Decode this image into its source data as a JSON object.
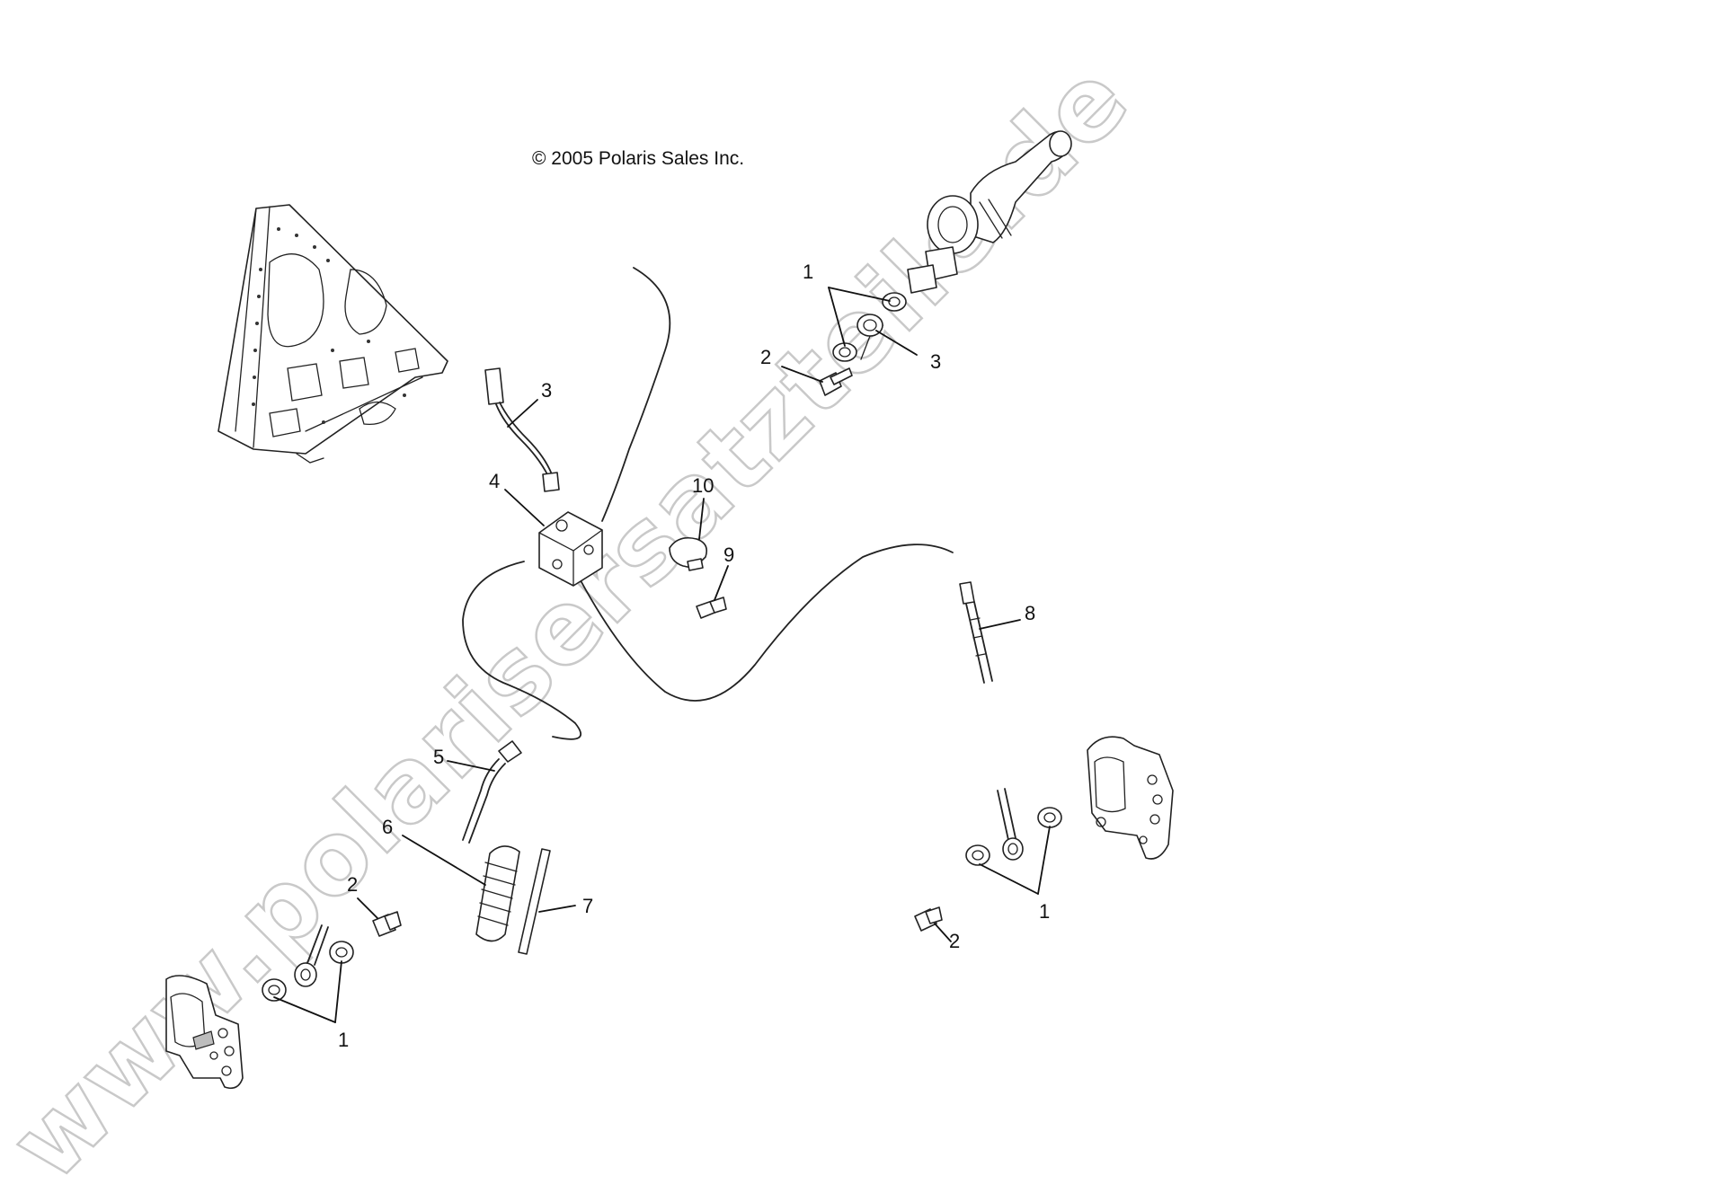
{
  "copyright": "© 2005 Polaris Sales Inc.",
  "watermark": "www.polarisersatzteile.de",
  "callouts": [
    {
      "id": "c1a",
      "label": "1"
    },
    {
      "id": "c3a",
      "label": "3"
    },
    {
      "id": "c2a",
      "label": "2"
    },
    {
      "id": "c3b",
      "label": "3"
    },
    {
      "id": "c4",
      "label": "4"
    },
    {
      "id": "c10",
      "label": "10"
    },
    {
      "id": "c9",
      "label": "9"
    },
    {
      "id": "c8",
      "label": "8"
    },
    {
      "id": "c5",
      "label": "5"
    },
    {
      "id": "c6",
      "label": "6"
    },
    {
      "id": "c2b",
      "label": "2"
    },
    {
      "id": "c7",
      "label": "7"
    },
    {
      "id": "c1b",
      "label": "1"
    },
    {
      "id": "c2c",
      "label": "2"
    },
    {
      "id": "c1c",
      "label": "1"
    }
  ]
}
